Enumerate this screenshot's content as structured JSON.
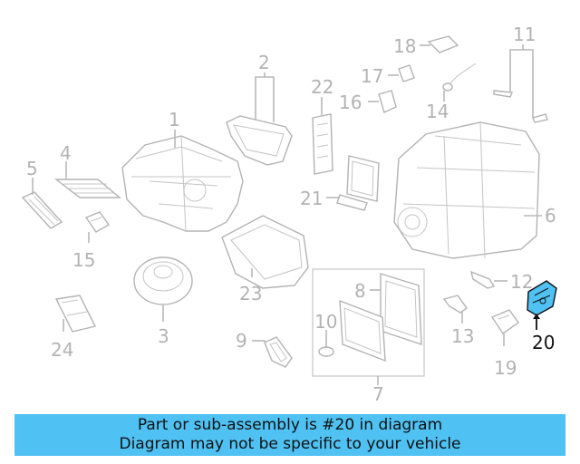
{
  "callouts": [
    {
      "id": "1",
      "label": "1"
    },
    {
      "id": "2",
      "label": "2"
    },
    {
      "id": "3",
      "label": "3"
    },
    {
      "id": "4",
      "label": "4"
    },
    {
      "id": "5",
      "label": "5"
    },
    {
      "id": "6",
      "label": "6"
    },
    {
      "id": "7",
      "label": "7"
    },
    {
      "id": "8",
      "label": "8"
    },
    {
      "id": "9",
      "label": "9"
    },
    {
      "id": "10",
      "label": "10"
    },
    {
      "id": "11",
      "label": "11"
    },
    {
      "id": "12",
      "label": "12"
    },
    {
      "id": "13",
      "label": "13"
    },
    {
      "id": "14",
      "label": "14"
    },
    {
      "id": "15",
      "label": "15"
    },
    {
      "id": "16",
      "label": "16"
    },
    {
      "id": "17",
      "label": "17"
    },
    {
      "id": "18",
      "label": "18"
    },
    {
      "id": "19",
      "label": "19"
    },
    {
      "id": "20",
      "label": "20"
    },
    {
      "id": "21",
      "label": "21"
    },
    {
      "id": "22",
      "label": "22"
    },
    {
      "id": "23",
      "label": "23"
    },
    {
      "id": "24",
      "label": "24"
    }
  ],
  "highlight": {
    "part": "20",
    "color": "#4fc1f2"
  },
  "banner": {
    "line1": "Part or sub-assembly is #20 in diagram",
    "line2": "Diagram may not be specific to your vehicle",
    "color": "#4fc1f2"
  }
}
